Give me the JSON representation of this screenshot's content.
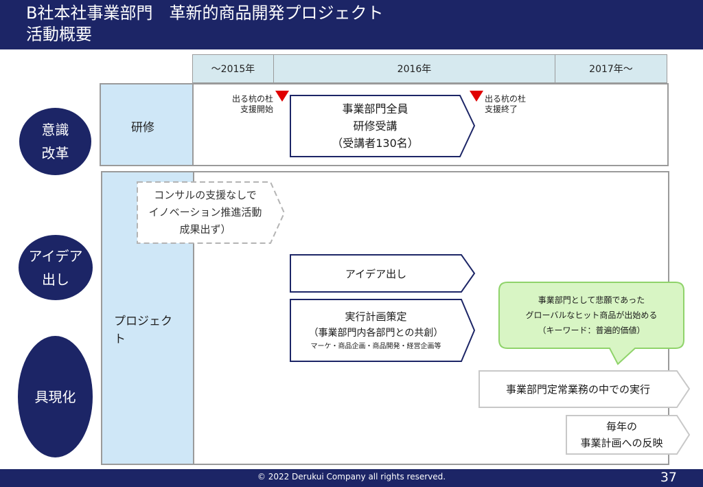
{
  "header": {
    "title_line1": "B社本社事業部門　革新的商品開発プロジェクト",
    "title_line2": "活動概要"
  },
  "timeline": {
    "years": [
      "～2015年",
      "2016年",
      "2017年～"
    ]
  },
  "phases": {
    "awareness": [
      "意識",
      "改革"
    ],
    "ideation": [
      "アイデア",
      "出し"
    ],
    "realization": [
      "具現化"
    ]
  },
  "categories": {
    "training": "研修",
    "project": [
      "プロジェク",
      "ト"
    ]
  },
  "milestones": {
    "start": [
      "出る杭の杜",
      "支援開始"
    ],
    "end": [
      "出る杭の杜",
      "支援終了"
    ]
  },
  "boxes": {
    "training": [
      "事業部門全員",
      "研修受講",
      "（受講者130名）"
    ],
    "consult": [
      "コンサルの支援なしで",
      "イノベーション推進活動",
      "成果出ず）"
    ],
    "idea": [
      "アイデア出し"
    ],
    "plan": [
      "実行計画策定",
      "（事業部門内各部門との共創）",
      "マーケ・商品企画・商品開発・経営企画等"
    ],
    "routine": [
      "事業部門定常業務の中での実行"
    ],
    "annual": [
      "毎年の",
      "事業計画への反映"
    ]
  },
  "callout": [
    "事業部門として悲願であった",
    "グローバルなヒット商品が出始める",
    "（キーワード：普遍的価値）"
  ],
  "colors": {
    "navy": "#1c2566",
    "light_blue": "#cfe7f7",
    "header_blue": "#d6e9ef",
    "callout_fill": "#d8f5c4",
    "callout_border": "#8fd36a",
    "marker_red": "#e00000"
  },
  "footer": {
    "copyright": "© 2022 Derukui Company all rights reserved.",
    "page": "37"
  }
}
